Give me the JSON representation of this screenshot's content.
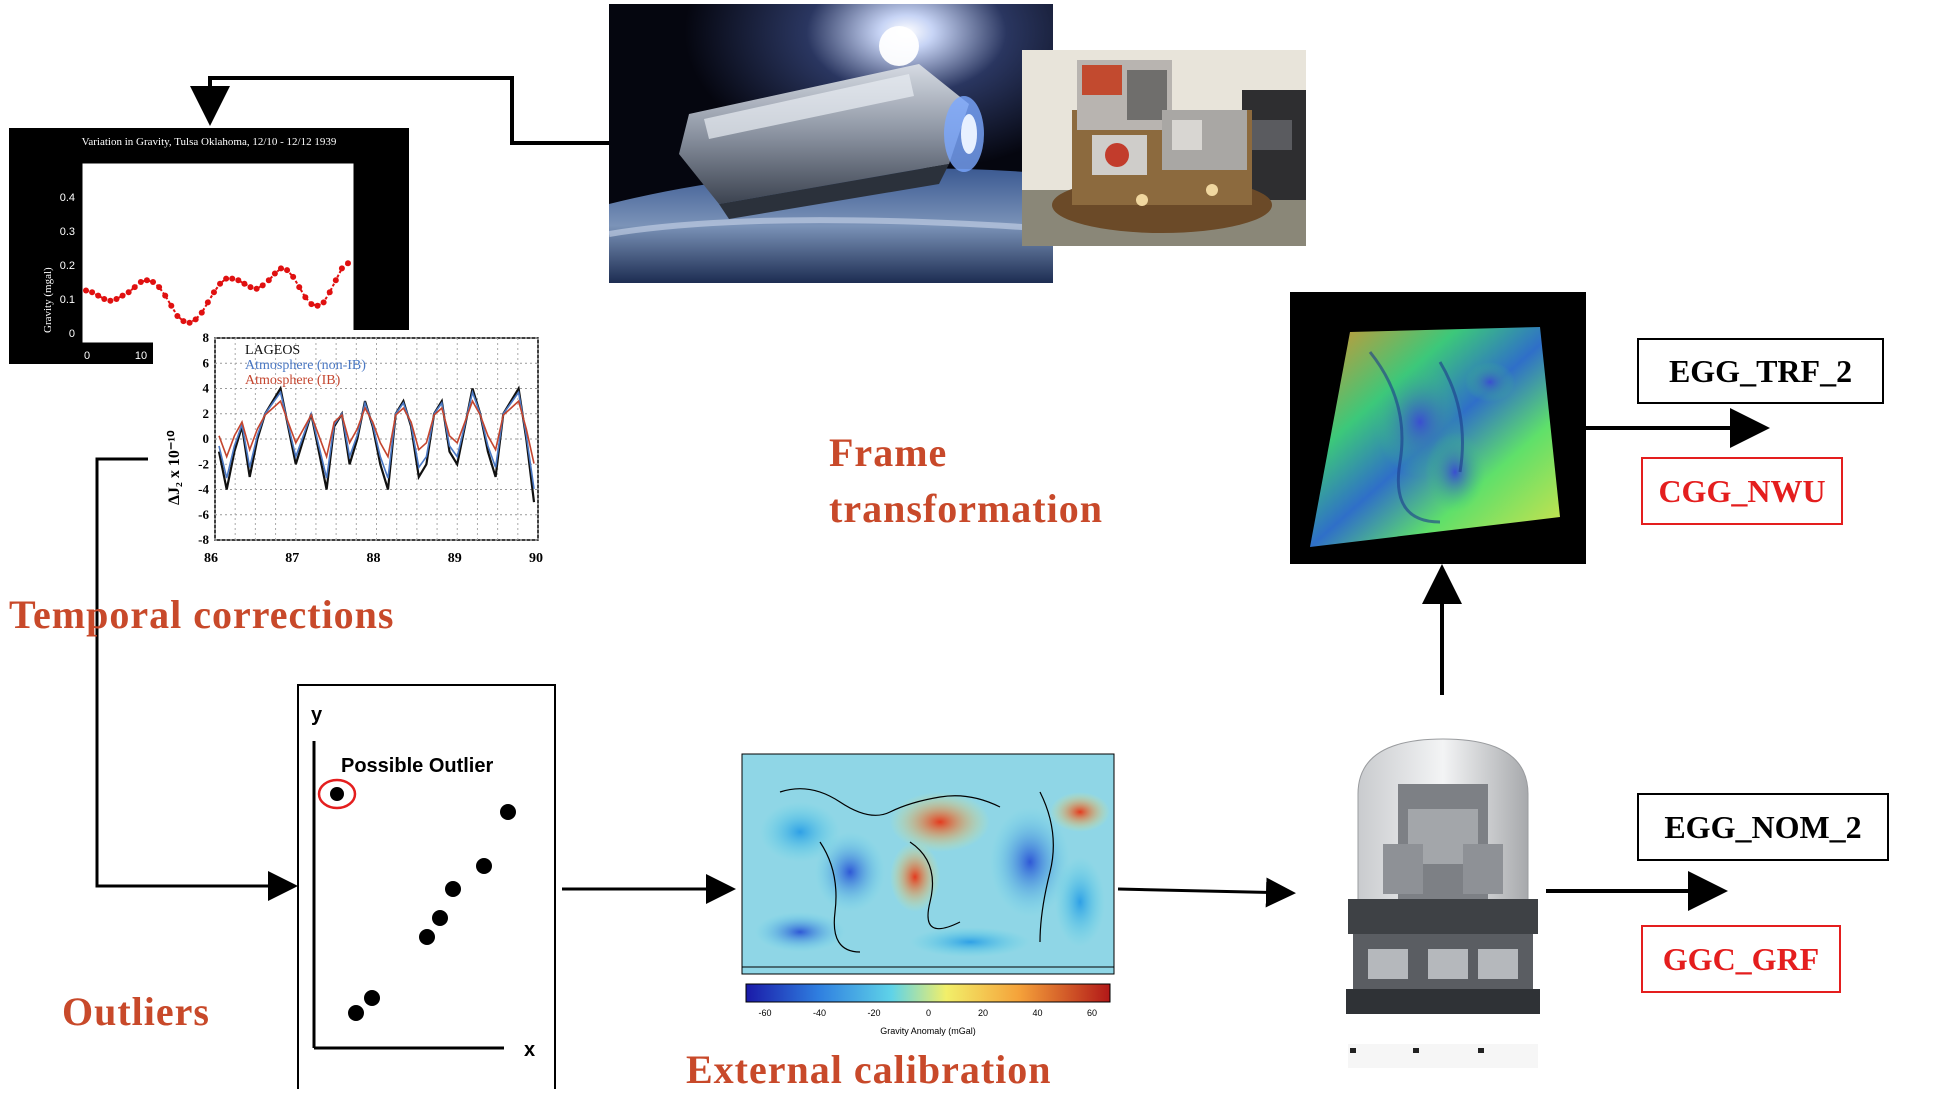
{
  "labels": {
    "temporal": "Temporal corrections",
    "frame_1": "Frame",
    "frame_2": "transformation",
    "outliers": "Outliers",
    "external": "External calibration"
  },
  "products": {
    "trf": "EGG_TRF_2",
    "nwu": "CGG_NWU",
    "nom": "EGG_NOM_2",
    "grf": "GGC_GRF"
  },
  "gravity_plot": {
    "title": "Variation in Gravity, Tulsa Oklahoma, 12/10 - 12/12 1939",
    "ylabel": "Gravity (mgal)",
    "yticks": [
      "0",
      "0.1",
      "0.2",
      "0.3",
      "0.4"
    ],
    "xticks": [
      "0",
      "10"
    ]
  },
  "lageos_plot": {
    "ylabel": "ΔJ₂ x 10⁻¹⁰",
    "legend": [
      "LAGEOS",
      "Atmosphere (non-IB)",
      "Atmosphere (IB)"
    ],
    "legend_colors": [
      "#111111",
      "#4a78c4",
      "#c4452e"
    ],
    "yticks": [
      "8",
      "6",
      "4",
      "2",
      "0",
      "-2",
      "-4",
      "-6",
      "-8"
    ],
    "xticks": [
      "86",
      "87",
      "88",
      "89",
      "90"
    ]
  },
  "outlier_plot": {
    "y_axis": "y",
    "x_axis": "x",
    "annotation": "Possible Outlier"
  },
  "world_map": {
    "colorbar_ticks": [
      "-60",
      "-40",
      "-20",
      "0",
      "20",
      "40",
      "60"
    ],
    "colorbar_label": "Gravity Anomaly (mGal)"
  },
  "colors": {
    "accent": "#c8492a",
    "product_red": "#e41e1e",
    "plot_red": "#e01010"
  }
}
